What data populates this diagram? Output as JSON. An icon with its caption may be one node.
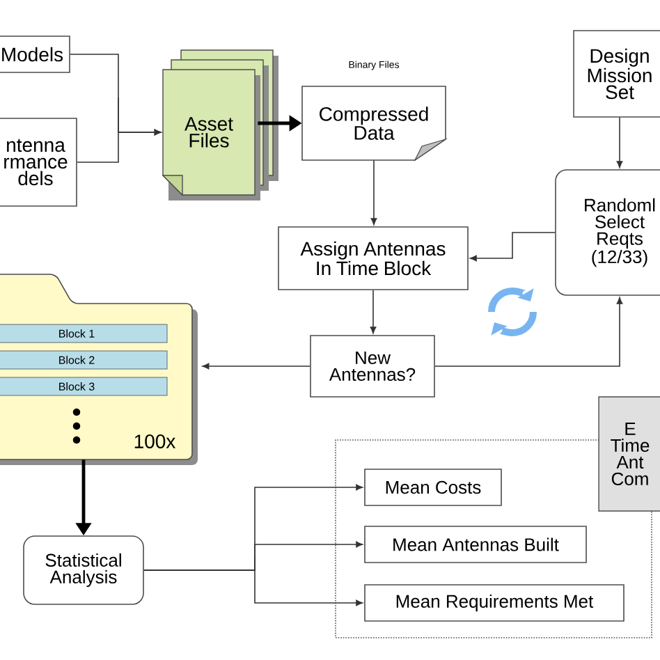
{
  "diagram": {
    "nodes": [
      {
        "text": [
          "Models"
        ]
      },
      {
        "text": [
          "ntenna rmance dels"
        ]
      },
      {
        "text": [
          "Asset Files"
        ]
      },
      {
        "text": [
          "Compressed Data"
        ],
        "beside": [
          "Binary Files"
        ]
      },
      {
        "text": [
          "Assign Antennas In Time Block"
        ]
      },
      {
        "text": [
          "Design Mission Set"
        ]
      },
      {
        "text": [
          "Randoml Select Reqts (12/33)"
        ]
      },
      {
        "text": [
          "New Antennas?"
        ]
      },
      {
        "text": [
          "100x"
        ]
      },
      {
        "text": [
          "Block 1"
        ],
        "in": 8
      },
      {
        "text": [
          "Block 2"
        ],
        "in": 8
      },
      {
        "text": [
          "Block 3"
        ],
        "in": 8
      },
      {
        "text": [
          "Statistical Analysis"
        ]
      },
      {
        "text": [],
        "shape": "box"
      },
      {
        "text": [
          "Mean Costs"
        ],
        "in": 13
      },
      {
        "text": [
          "Mean Antennas Built"
        ],
        "in": 13
      },
      {
        "text": [
          "Mean Requirements Met"
        ],
        "in": 13
      },
      {
        "text": [
          "E Time Ant Com"
        ]
      }
    ],
    "edges": [
      {
        "from": 0,
        "to": 2,
        "arrow": "to"
      },
      {
        "from": 1,
        "to": 2,
        "arrow": "to"
      },
      {
        "from": 2,
        "to": 3,
        "arrow": "to",
        "style": "thick"
      },
      {
        "from": 3,
        "to": 4,
        "arrow": "to"
      },
      {
        "from": 5,
        "to": 6,
        "arrow": "to"
      },
      {
        "from": 6,
        "to": 4,
        "arrow": "to"
      },
      {
        "from": 4,
        "to": 7,
        "arrow": "to"
      },
      {
        "from": 7,
        "to": 6,
        "arrow": "to"
      },
      {
        "from": 7,
        "to": 8,
        "arrow": "to"
      },
      {
        "from": 8,
        "to": 12,
        "arrow": "to",
        "style": "thick"
      },
      {
        "from": 12,
        "to": 14,
        "arrow": "to"
      },
      {
        "from": 12,
        "to": 15,
        "arrow": "to"
      },
      {
        "from": 12,
        "to": 16,
        "arrow": "to"
      }
    ]
  }
}
